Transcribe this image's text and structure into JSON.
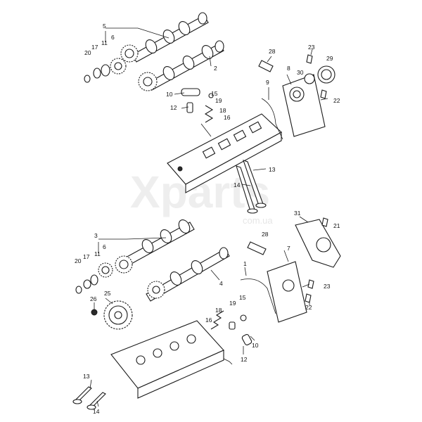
{
  "watermark": {
    "brand": "Xparts",
    "domain": "com.ua"
  },
  "callouts_upper": [
    "5",
    "17",
    "20",
    "11",
    "6",
    "2",
    "28",
    "23",
    "29",
    "8",
    "30",
    "9",
    "10",
    "15",
    "19",
    "12",
    "18",
    "16",
    "22",
    "13",
    "14"
  ],
  "callouts_lower": [
    "3",
    "17",
    "20",
    "11",
    "6",
    "28",
    "31",
    "21",
    "7",
    "1",
    "4",
    "25",
    "26",
    "19",
    "15",
    "18",
    "16",
    "23",
    "22",
    "10",
    "12",
    "13",
    "14"
  ],
  "colors": {
    "line": "#1a1a1a",
    "background": "#ffffff",
    "watermark": "#eeeeee"
  }
}
